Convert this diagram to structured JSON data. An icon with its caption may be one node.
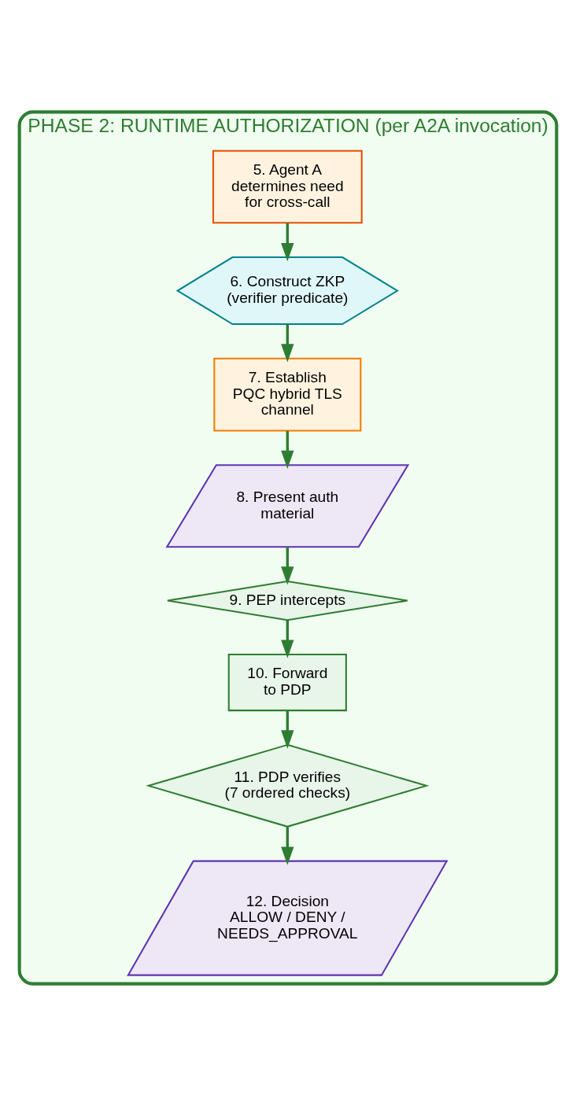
{
  "diagram": {
    "nodes": [
      {
        "text": [
          "PHASE 2: RUNTIME AUTHORIZATION (per A2A invocation)"
        ]
      },
      {
        "text": [
          "5. Agent A determines need for cross-call"
        ],
        "in": 0
      },
      {
        "text": [
          "6. Construct ZKP (verifier predicate)"
        ],
        "in": 0
      },
      {
        "text": [
          "7. Establish PQC hybrid TLS channel"
        ],
        "in": 0
      },
      {
        "text": [
          "8. Present auth material"
        ],
        "in": 0
      },
      {
        "text": [
          "9. PEP intercepts"
        ],
        "in": 0
      },
      {
        "text": [
          "10. Forward to PDP"
        ],
        "in": 0
      },
      {
        "text": [
          "11. PDP verifies (7 ordered checks)"
        ],
        "in": 0
      },
      {
        "text": [
          "12. Decision ALLOW / DENY / NEEDS_APPROVAL"
        ],
        "in": 0
      }
    ],
    "edges": [
      {
        "from": 1,
        "to": 2,
        "arrow": "to"
      },
      {
        "from": 2,
        "to": 3,
        "arrow": "to"
      },
      {
        "from": 3,
        "to": 4,
        "arrow": "to"
      },
      {
        "from": 4,
        "to": 5,
        "arrow": "to"
      },
      {
        "from": 5,
        "to": 6,
        "arrow": "to"
      },
      {
        "from": 6,
        "to": 7,
        "arrow": "to"
      },
      {
        "from": 7,
        "to": 8,
        "arrow": "to"
      }
    ]
  }
}
